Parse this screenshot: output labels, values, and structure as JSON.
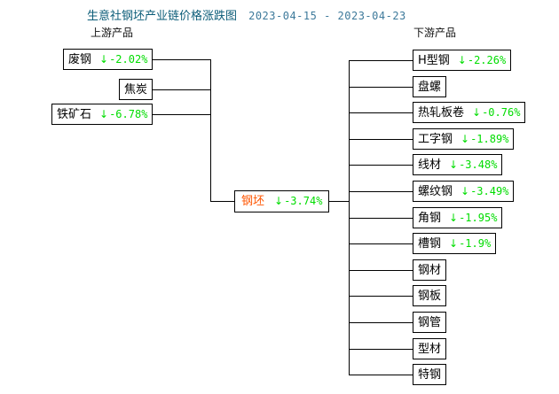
{
  "header": {
    "title": "生意社钢坯产业链价格涨跌图",
    "date_range": "2023-04-15 - 2023-04-23",
    "upstream_label": "上游产品",
    "downstream_label": "下游产品"
  },
  "colors": {
    "title": "#0b5c78",
    "dates": "#3e7a9b",
    "down_green": "#00dd00",
    "center_node": "#ff5500",
    "box_border": "#000000",
    "background": "#ffffff"
  },
  "center": {
    "label": "钢坯",
    "change": "-3.74%",
    "arrow": "↓",
    "direction": "down"
  },
  "upstream": [
    {
      "label": "废钢",
      "change": "-2.02%",
      "arrow": "↓",
      "direction": "down"
    },
    {
      "label": "焦炭",
      "change": "",
      "arrow": "",
      "direction": "none"
    },
    {
      "label": "铁矿石",
      "change": "-6.78%",
      "arrow": "↓",
      "direction": "down"
    }
  ],
  "downstream": [
    {
      "label": "H型钢",
      "change": "-2.26%",
      "arrow": "↓",
      "direction": "down"
    },
    {
      "label": "盘螺",
      "change": "",
      "arrow": "",
      "direction": "none"
    },
    {
      "label": "热轧板卷",
      "change": "-0.76%",
      "arrow": "↓",
      "direction": "down"
    },
    {
      "label": "工字钢",
      "change": "-1.89%",
      "arrow": "↓",
      "direction": "down"
    },
    {
      "label": "线材",
      "change": "-3.48%",
      "arrow": "↓",
      "direction": "down"
    },
    {
      "label": "螺纹钢",
      "change": "-3.49%",
      "arrow": "↓",
      "direction": "down"
    },
    {
      "label": "角钢",
      "change": "-1.95%",
      "arrow": "↓",
      "direction": "down"
    },
    {
      "label": "槽钢",
      "change": "-1.9%",
      "arrow": "↓",
      "direction": "down"
    },
    {
      "label": "钢材",
      "change": "",
      "arrow": "",
      "direction": "none"
    },
    {
      "label": "钢板",
      "change": "",
      "arrow": "",
      "direction": "none"
    },
    {
      "label": "钢管",
      "change": "",
      "arrow": "",
      "direction": "none"
    },
    {
      "label": "型材",
      "change": "",
      "arrow": "",
      "direction": "none"
    },
    {
      "label": "特钢",
      "change": "",
      "arrow": "",
      "direction": "none"
    }
  ]
}
